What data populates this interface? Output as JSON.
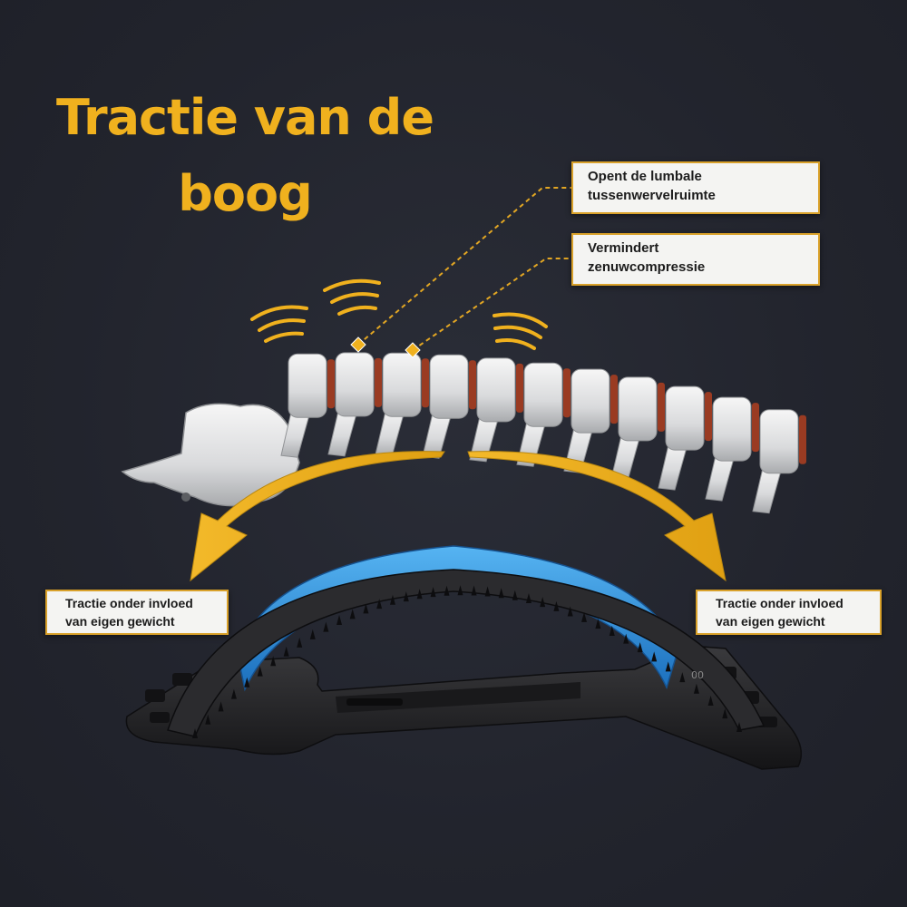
{
  "headline": {
    "line1": "Tractie van de",
    "line2": "boog"
  },
  "callouts": {
    "lumbar": {
      "line1": "Opent de lumbale",
      "line2": "tussenwervelruimte"
    },
    "nerve": {
      "line1": "Vermindert",
      "line2": "zenuwcompressie"
    },
    "left_traction": {
      "line1": "Tractie onder invloed",
      "line2": "van eigen gewicht"
    },
    "right_traction": {
      "line1": "Tractie onder invloed",
      "line2": "van eigen gewicht"
    }
  },
  "colors": {
    "background": "#23252e",
    "accent": "#f0b11e",
    "bone": "#e6e7e8",
    "disc": "#9a3b22",
    "pad": "#2f8fd8",
    "base": "#2a2a2c"
  },
  "icons": [
    "vibration-waves-icon",
    "curved-arrow-left-icon",
    "curved-arrow-right-icon"
  ]
}
